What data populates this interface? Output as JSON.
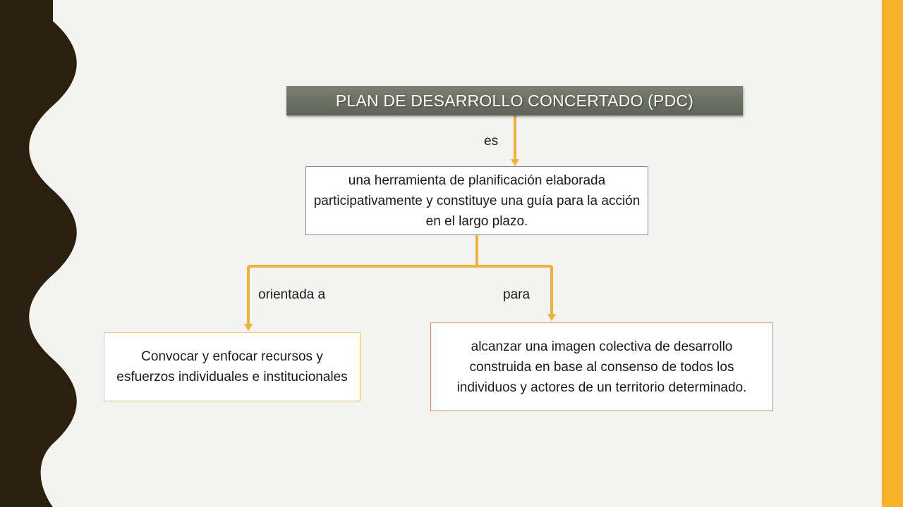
{
  "title": "PLAN DE DESARROLLO CONCERTADO (PDC)",
  "connector_es": "es",
  "definition": "una herramienta de planificación elaborada participativamente y constituye una guía para la acción en el largo plazo.",
  "connector_left": "orientada a",
  "connector_right": "para",
  "left_node": "Convocar y enfocar recursos y esfuerzos individuales e institucionales",
  "right_node": "alcanzar una imagen colectiva de desarrollo construida en base al consenso de todos los individuos y actores de un territorio determinado.",
  "colors": {
    "left_band": "#2b1f0d",
    "right_band": "#f6b22a",
    "connector": "#f0b23a",
    "title_fill": "#6b6f63"
  }
}
